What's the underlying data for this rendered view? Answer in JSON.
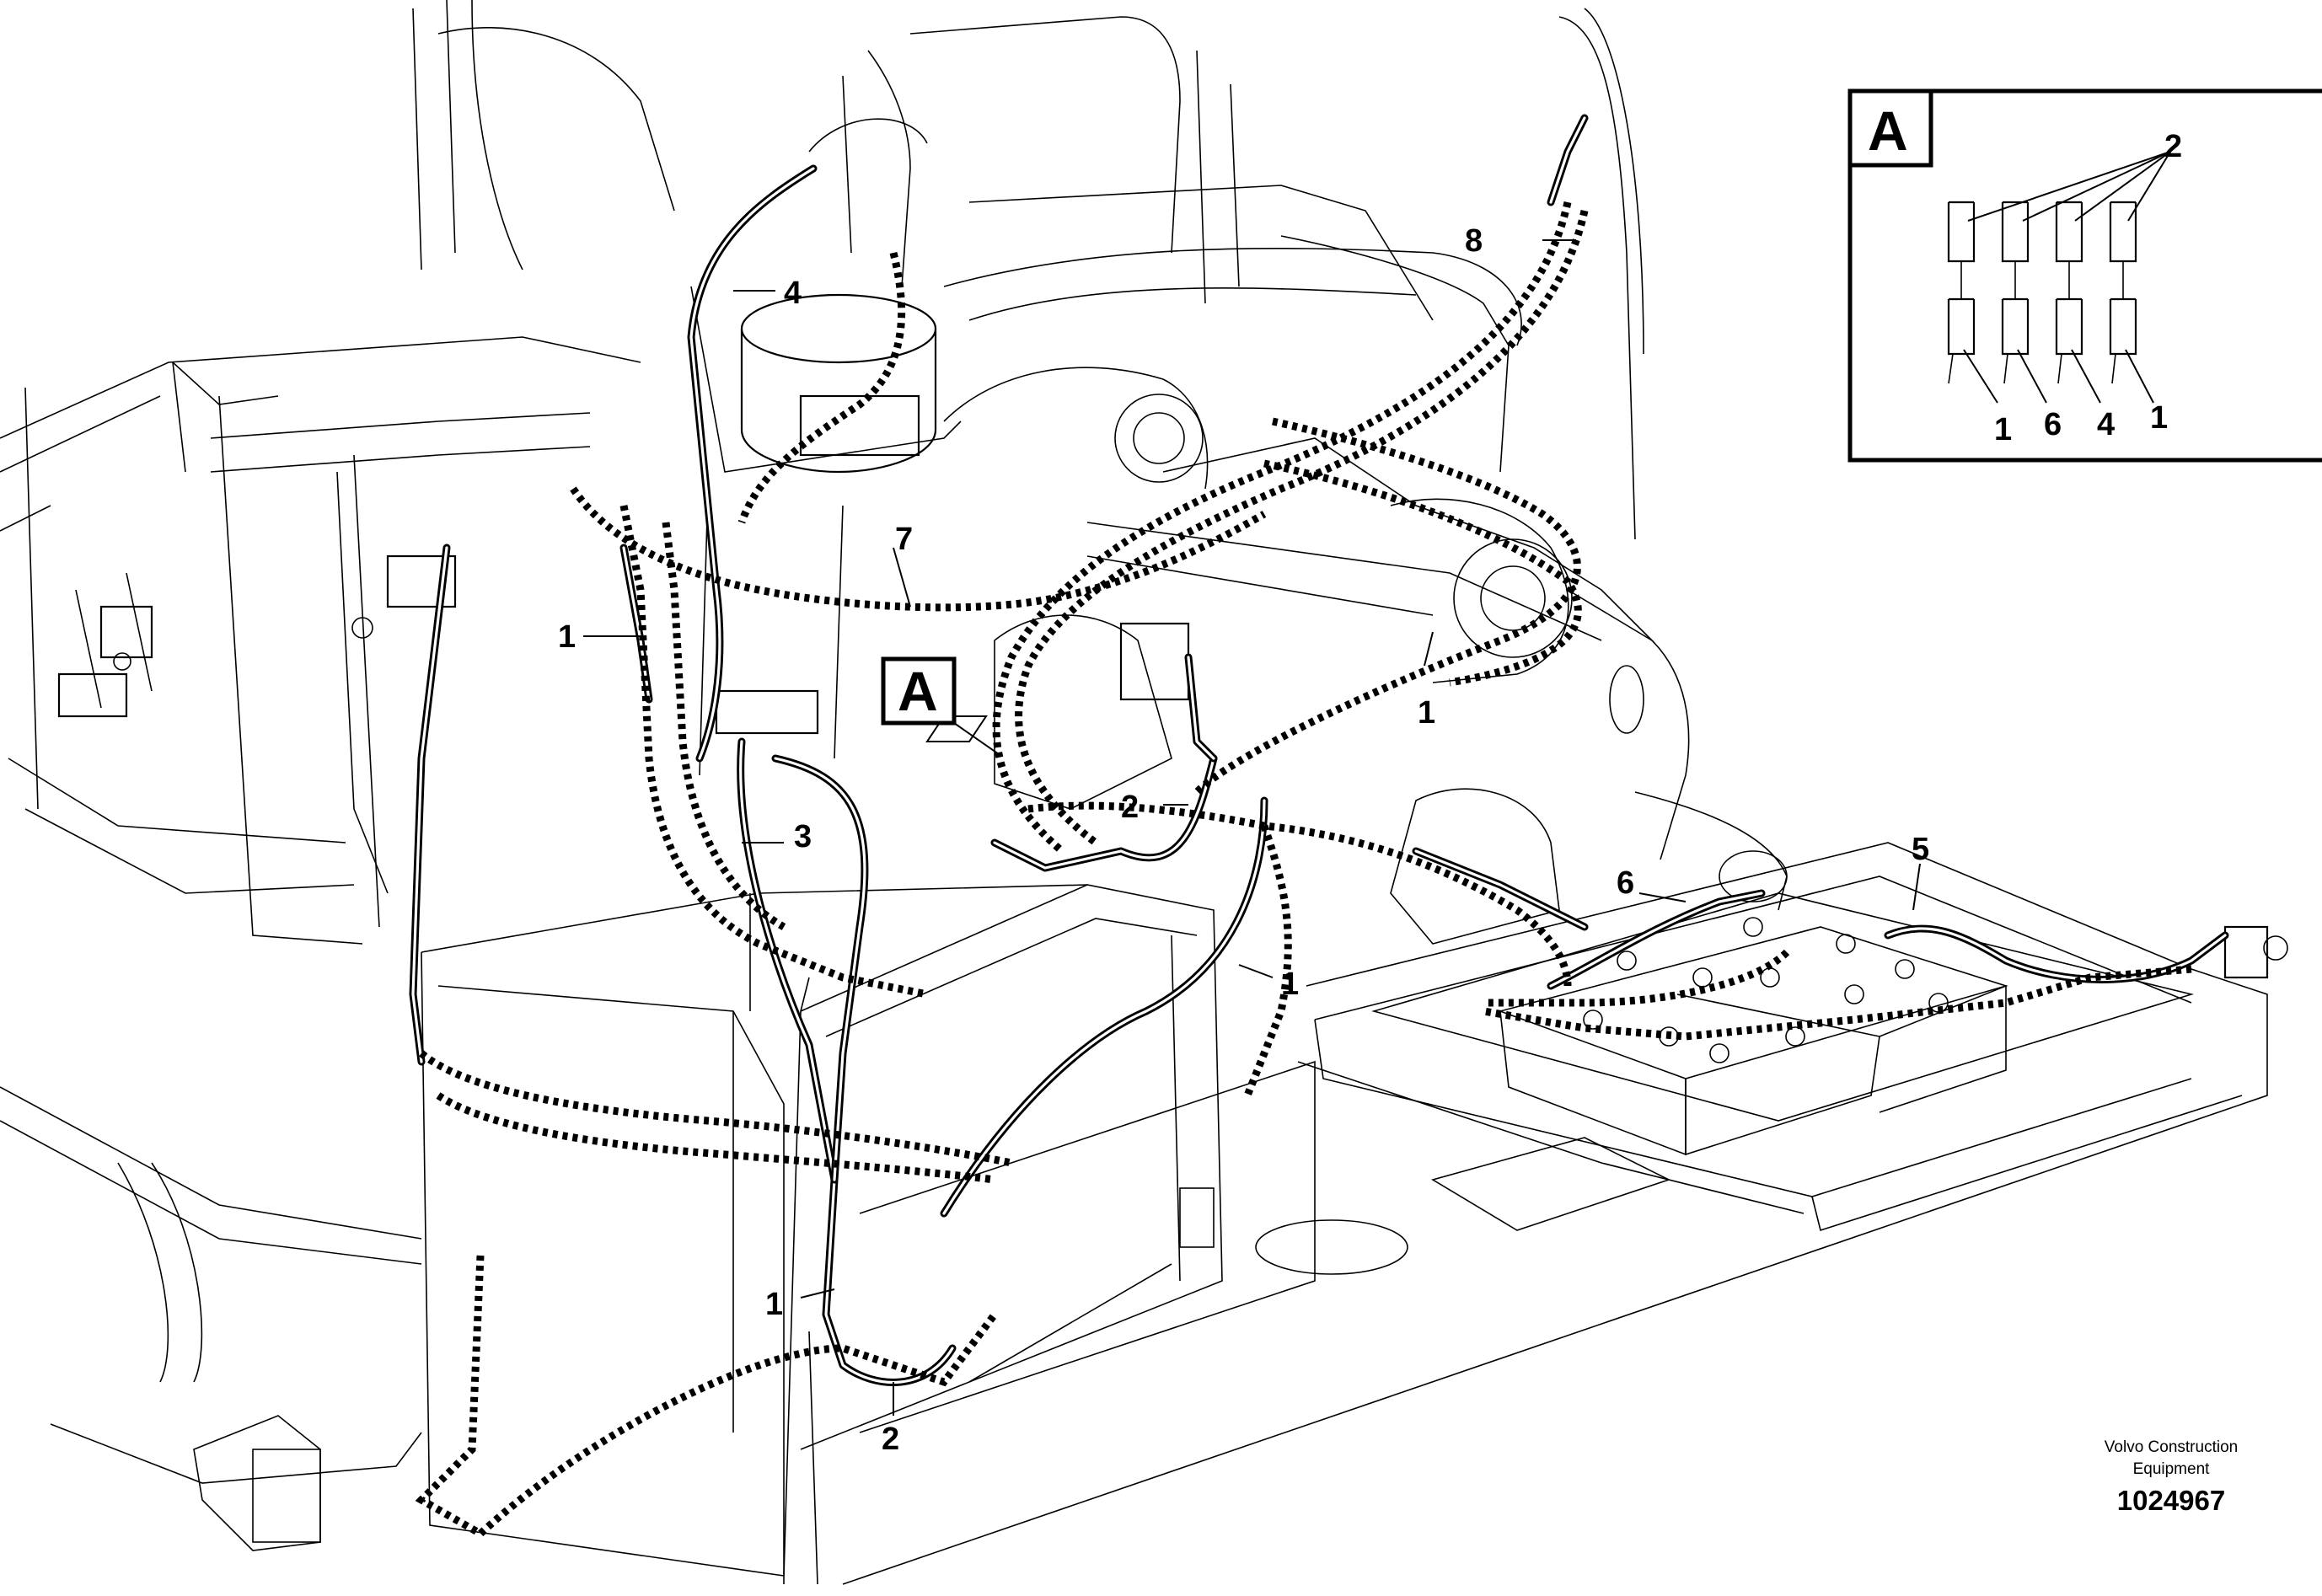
{
  "diagram": {
    "item_labels": {
      "l1a": "1",
      "l1b": "1",
      "l1c": "1",
      "l1d": "1",
      "l2a": "2",
      "l2b": "2",
      "l3": "3",
      "l4": "4",
      "l5": "5",
      "l6": "6",
      "l7": "7",
      "l8": "8"
    },
    "view_marker": "A"
  },
  "detail_view": {
    "title": "A",
    "labels": {
      "top": "2",
      "b1": "1",
      "b2": "6",
      "b3": "4",
      "b4": "1"
    }
  },
  "footer": {
    "company_line1": "Volvo Construction",
    "company_line2": "Equipment",
    "part_number": "1024967"
  }
}
